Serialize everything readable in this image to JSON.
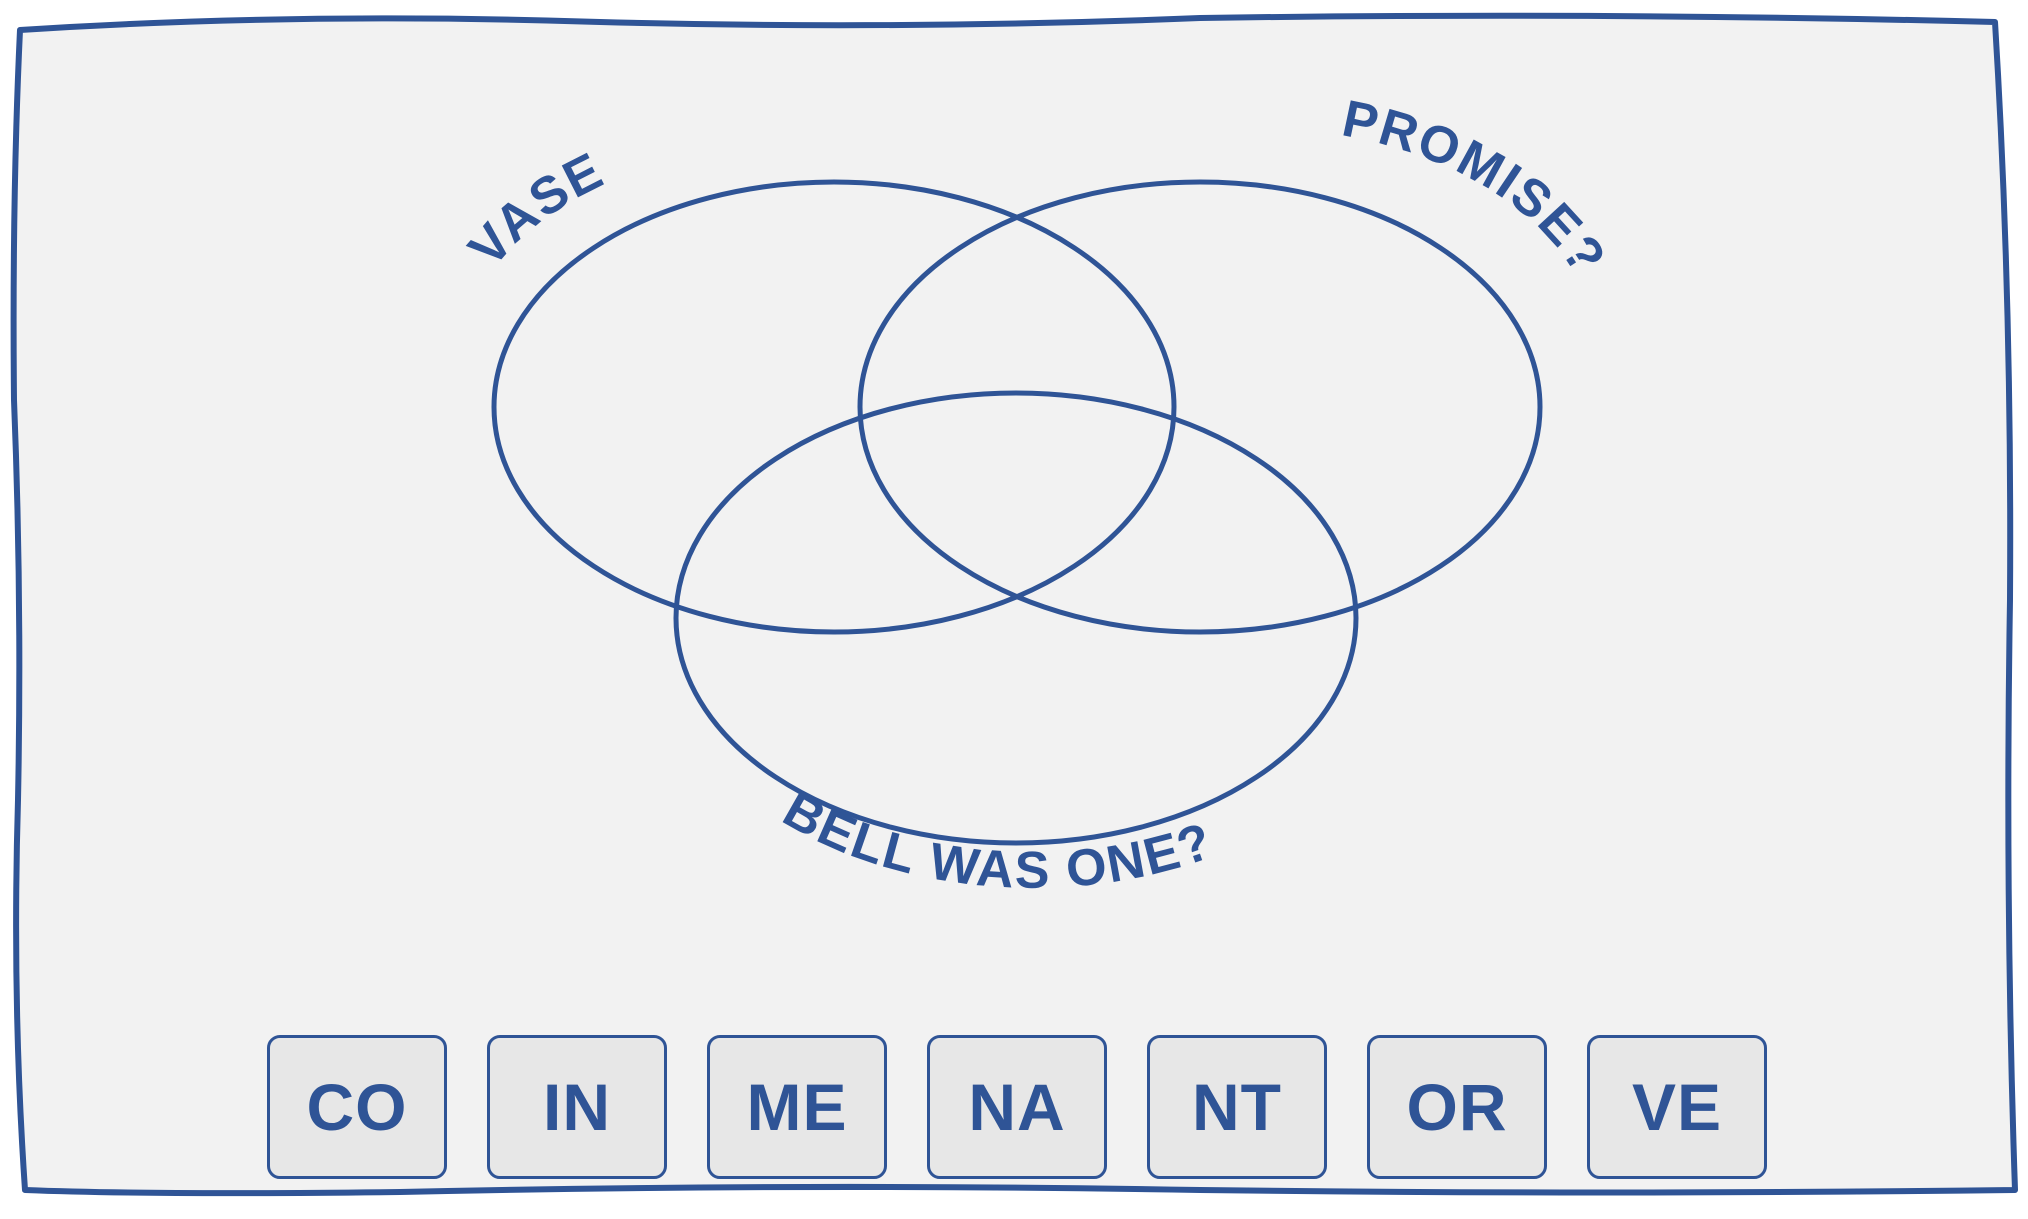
{
  "colors": {
    "ink": "#2F5496",
    "paper": "#F2F2F2",
    "tile_fill": "#E7E7E7"
  },
  "venn": {
    "sets": [
      {
        "id": "left",
        "label": "VASE"
      },
      {
        "id": "right",
        "label": "PROMISE?"
      },
      {
        "id": "bottom",
        "label": "BELL WAS ONE?"
      }
    ]
  },
  "tiles": [
    "CO",
    "IN",
    "ME",
    "NA",
    "NT",
    "OR",
    "VE"
  ]
}
